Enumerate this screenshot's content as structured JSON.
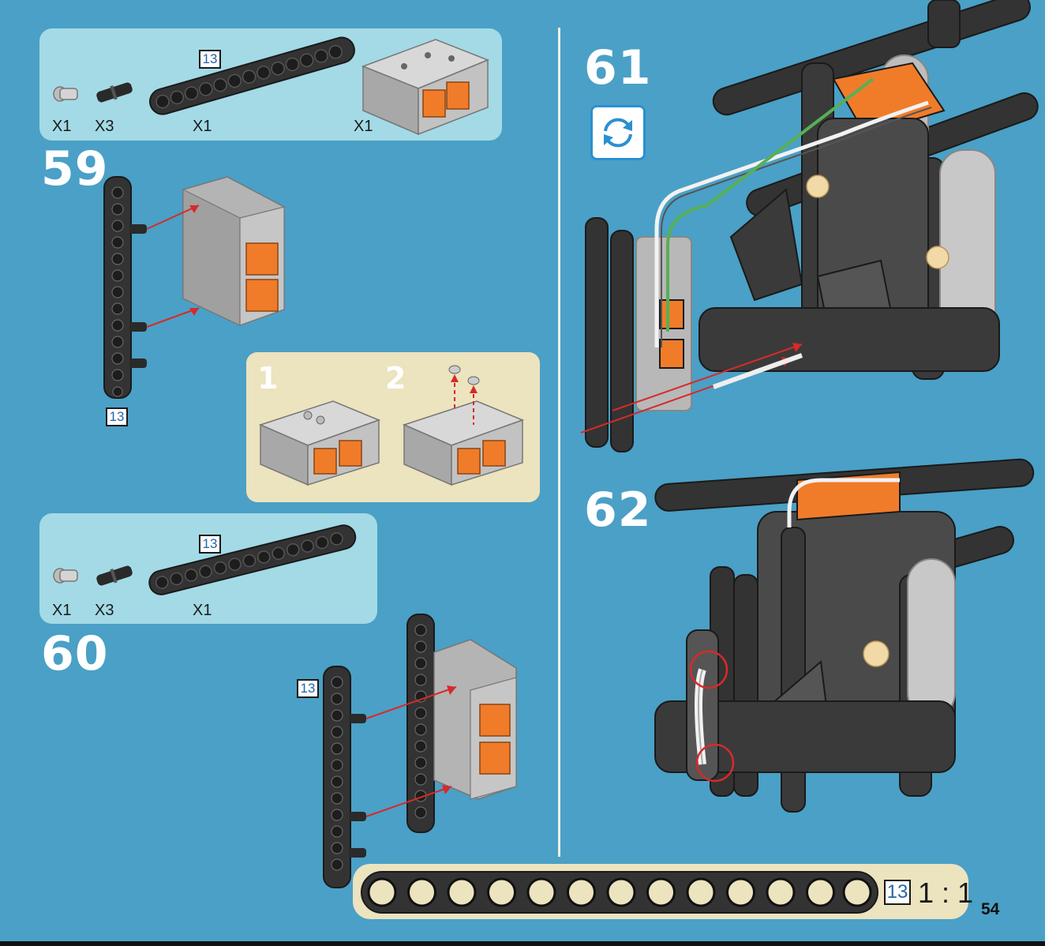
{
  "page_number": "54",
  "steps": {
    "s59": {
      "number": "59",
      "parts": [
        {
          "name": "grey-pin",
          "qty": "X1"
        },
        {
          "name": "black-friction-pin",
          "qty": "X3"
        },
        {
          "name": "beam-13",
          "qty": "X1",
          "length": "13"
        },
        {
          "name": "hub-module",
          "qty": "X1"
        }
      ],
      "beam_length": "13",
      "substeps": [
        "1",
        "2"
      ]
    },
    "s60": {
      "number": "60",
      "parts": [
        {
          "name": "grey-pin",
          "qty": "X1"
        },
        {
          "name": "black-friction-pin",
          "qty": "X3"
        },
        {
          "name": "beam-13",
          "qty": "X1",
          "length": "13"
        }
      ],
      "beam_length": "13"
    },
    "s61": {
      "number": "61",
      "icon": "rotate-icon"
    },
    "s62": {
      "number": "62"
    }
  },
  "ruler": {
    "length": "13",
    "scale": "1 : 1"
  },
  "colors": {
    "background": "#4aa0c6",
    "parts_panel": "#a3dae6",
    "sub_panel": "#ece3bf",
    "accent_orange": "#f07c2a",
    "beam_dark": "#2f2f31",
    "arrow_red": "#d62a2a"
  }
}
